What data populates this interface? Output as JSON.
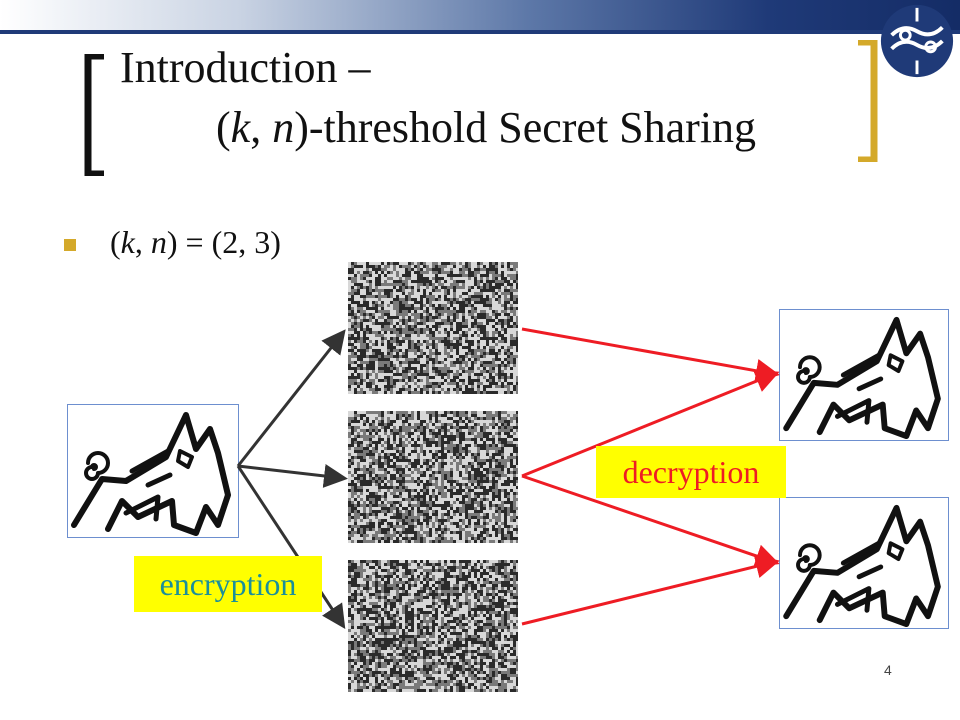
{
  "slide": {
    "title_line1": "Introduction –",
    "title_line2_k": "k",
    "title_line2_sep": ", ",
    "title_line2_n": "n",
    "title_line2_rest": ")-threshold Secret Sharing",
    "title_line2_open": "(",
    "bullet_open": "(",
    "bullet_k": "k",
    "bullet_sep": ", ",
    "bullet_n": "n",
    "bullet_rest": ") = (2, 3)",
    "encryption_label": "encryption",
    "decryption_label": "decryption",
    "page_number": "4"
  },
  "colors": {
    "bracket_dark": "#111111",
    "bracket_gold": "#d4a92a",
    "bullet": "#d4a92a",
    "arrow_dark": "#333333",
    "arrow_red": "#ee1c24",
    "label_bg": "#ffff00",
    "encryption_text": "#1b8f9a",
    "decryption_text": "#ee1c24"
  },
  "icons": {
    "logo": "university-logo-icon",
    "secret_image": "cartoon-creature-image"
  }
}
